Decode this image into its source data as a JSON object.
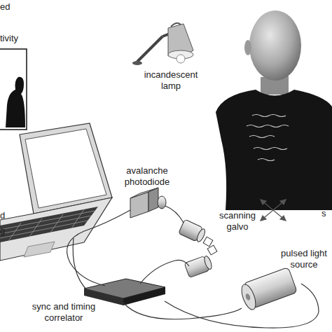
{
  "diagram": {
    "labels": [
      "ed",
      "tivity",
      "incandescent lamp",
      "s",
      "d",
      "g",
      "avalanche photodiode",
      "scanning galvo",
      "pulsed light source",
      "sync and timing correlator"
    ]
  }
}
